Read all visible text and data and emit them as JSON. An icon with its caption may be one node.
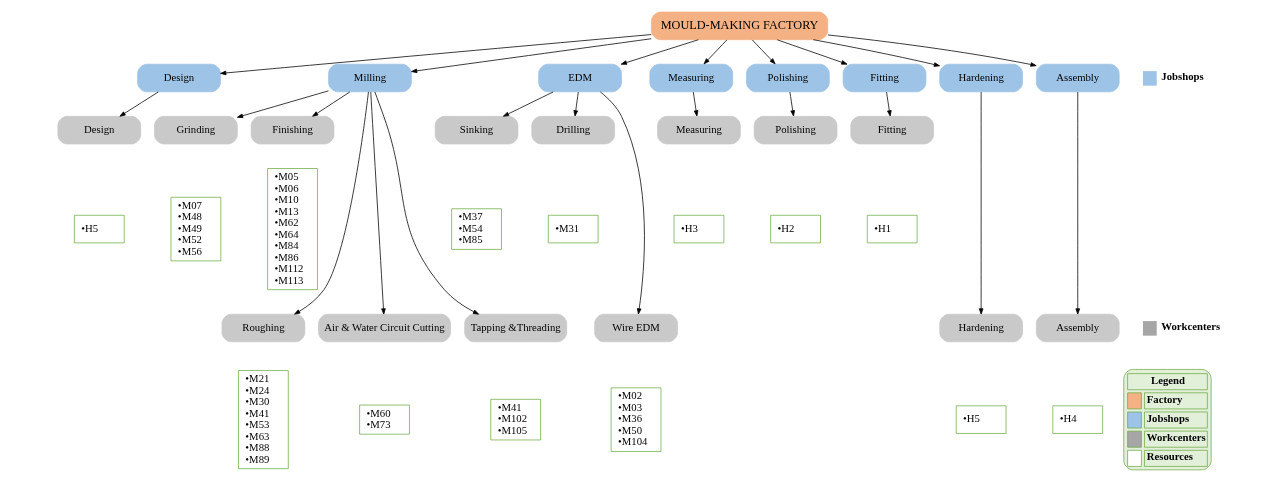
{
  "diagram": {
    "nodes": [
      {
        "text": [
          "MOULD-MAKING FACTORY"
        ]
      },
      {
        "text": [
          "Design"
        ]
      },
      {
        "text": [
          "Milling"
        ]
      },
      {
        "text": [
          "EDM"
        ]
      },
      {
        "text": [
          "Measuring"
        ]
      },
      {
        "text": [
          "Polishing"
        ]
      },
      {
        "text": [
          "Fitting"
        ]
      },
      {
        "text": [
          "Hardening"
        ]
      },
      {
        "text": [
          "Assembly"
        ]
      },
      {
        "text": [
          "Design"
        ]
      },
      {
        "text": [
          "•H5"
        ]
      },
      {
        "text": [
          "Grinding"
        ]
      },
      {
        "text": [
          "•M07",
          "•M48",
          "•M49",
          "•M52",
          "•M56"
        ]
      },
      {
        "text": [
          "Finishing"
        ]
      },
      {
        "text": [
          "•M05",
          "•M06",
          "•M10",
          "•M13",
          "•M62",
          "•M64",
          "•M84",
          "•M86",
          "•M112",
          "•M113"
        ]
      },
      {
        "text": [
          "Roughing"
        ]
      },
      {
        "text": [
          "•M21",
          "•M24",
          "•M30",
          "•M41",
          "•M53",
          "•M63",
          "•M88",
          "•M89"
        ]
      },
      {
        "text": [
          "Air & Water Circuit Cutting"
        ]
      },
      {
        "text": [
          "•M60",
          "•M73"
        ]
      },
      {
        "text": [
          "Sinking"
        ]
      },
      {
        "text": [
          "•M37",
          "•M54",
          "•M85"
        ]
      },
      {
        "text": [
          "Drilling"
        ]
      },
      {
        "text": [
          "•M31"
        ]
      },
      {
        "text": [
          "Tapping &Threading"
        ]
      },
      {
        "text": [
          "•M41",
          "•M102",
          "•M105"
        ]
      },
      {
        "text": [
          "Measuring"
        ]
      },
      {
        "text": [
          "•H3"
        ]
      },
      {
        "text": [
          "Wire EDM"
        ]
      },
      {
        "text": [
          "•M02",
          "•M03",
          "•M36",
          "•M50",
          "•M104"
        ]
      },
      {
        "text": [
          "Polishing"
        ]
      },
      {
        "text": [
          "•H2"
        ]
      },
      {
        "text": [
          "Fitting"
        ]
      },
      {
        "text": [
          "•H1"
        ]
      },
      {
        "text": [
          "Hardening"
        ]
      },
      {
        "text": [
          "•H5"
        ]
      },
      {
        "text": [
          "Assembly"
        ]
      },
      {
        "text": [
          "•H4"
        ]
      }
    ],
    "edges": [
      {
        "from": 0,
        "to": 1,
        "arrow": "to"
      },
      {
        "from": 0,
        "to": 2,
        "arrow": "to"
      },
      {
        "from": 0,
        "to": 3,
        "arrow": "to"
      },
      {
        "from": 0,
        "to": 4,
        "arrow": "to"
      },
      {
        "from": 0,
        "to": 5,
        "arrow": "to"
      },
      {
        "from": 0,
        "to": 6,
        "arrow": "to"
      },
      {
        "from": 0,
        "to": 7,
        "arrow": "to"
      },
      {
        "from": 0,
        "to": 8,
        "arrow": "to"
      },
      {
        "from": 1,
        "to": 9,
        "arrow": "to"
      },
      {
        "from": 2,
        "to": 11,
        "arrow": "to"
      },
      {
        "from": 2,
        "to": 15,
        "arrow": "to"
      },
      {
        "from": 2,
        "to": 17,
        "arrow": "to"
      },
      {
        "from": 2,
        "to": 13,
        "arrow": "to"
      },
      {
        "from": 2,
        "to": 23,
        "arrow": "to"
      },
      {
        "from": 3,
        "to": 19,
        "arrow": "to"
      },
      {
        "from": 3,
        "to": 21,
        "arrow": "to"
      },
      {
        "from": 3,
        "to": 27,
        "arrow": "to"
      },
      {
        "from": 4,
        "to": 25,
        "arrow": "to"
      },
      {
        "from": 5,
        "to": 29,
        "arrow": "to"
      },
      {
        "from": 6,
        "to": 31,
        "arrow": "to"
      },
      {
        "from": 7,
        "to": 33,
        "arrow": "to"
      },
      {
        "from": 8,
        "to": 35,
        "arrow": "to"
      }
    ],
    "labels": [
      "Legend"
    ],
    "legend": [
      {
        "text": "Jobshops",
        "color": "#9dc3e6"
      },
      {
        "text": "Workcenters",
        "color": "#a6a6a6"
      },
      {
        "text": "Factory",
        "color": "#f4b183"
      },
      {
        "text": "Jobshops",
        "color": "#9dc3e6"
      },
      {
        "text": "Workcenters",
        "color": "#a6a6a6"
      },
      {
        "text": "Resources",
        "color": "#ffffff"
      }
    ]
  }
}
